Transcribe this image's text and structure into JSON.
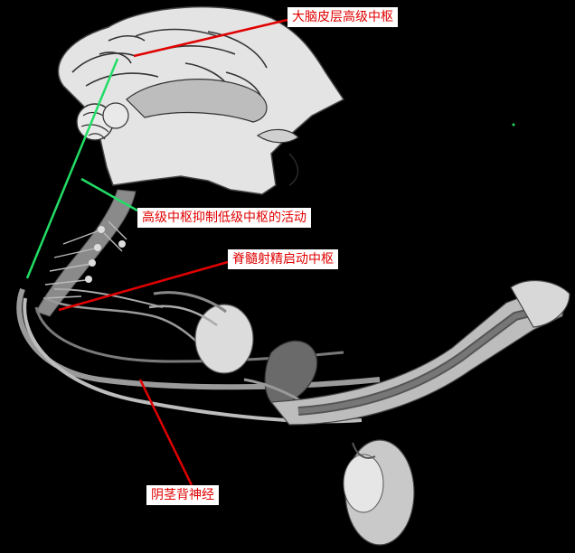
{
  "labels": {
    "cortex": "大脑皮层高级中枢",
    "inhibit": "高级中枢抑制低级中枢的活动",
    "spinal": "脊髓射精启动中枢",
    "nerve": "阴茎背神经"
  },
  "colors": {
    "background": "#000000",
    "label_text": "#e00000",
    "pointer_red": "#e00000",
    "pointer_green": "#22dd66",
    "anatomy_light": "#e2e2e2",
    "anatomy_mid": "#a9a9a9",
    "anatomy_dark": "#555555"
  }
}
